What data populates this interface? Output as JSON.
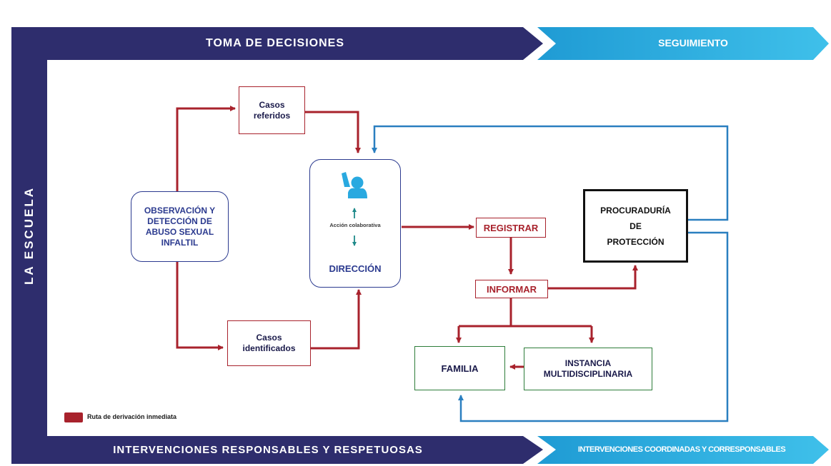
{
  "bands": {
    "top_left": "TOMA DE DECISIONES",
    "top_right": "SEGUIMIENTO",
    "side": "LA ESCUELA",
    "bottom_left": "INTERVENCIONES RESPONSABLES Y RESPETUOSAS",
    "bottom_right": "INTERVENCIONES COORDINADAS Y CORRESPONSABLES"
  },
  "nodes": {
    "observacion": "OBSERVACIÓN Y DETECCIÓN DE ABUSO SEXUAL INFALTIL",
    "casos_referidos": "Casos referidos",
    "casos_identificados": "Casos identificados",
    "accion_colaborativa": "Acción colaborativa",
    "direccion": "DIRECCIÓN",
    "registrar": "REGISTRAR",
    "informar": "INFORMAR",
    "procuraduria_1": "PROCURADURÍA",
    "procuraduria_2": "DE",
    "procuraduria_3": "PROTECCIÓN",
    "familia": "FAMILIA",
    "instancia": "INSTANCIA MULTIDISCIPLINARIA"
  },
  "legend": {
    "label": "Ruta de derivación inmediata"
  },
  "colors": {
    "navy": "#2e2d6d",
    "cyan": "#23a9dd",
    "red_route": "#a8222c",
    "blue_route": "#2a7fc0",
    "green_border": "#2e7d3a"
  }
}
